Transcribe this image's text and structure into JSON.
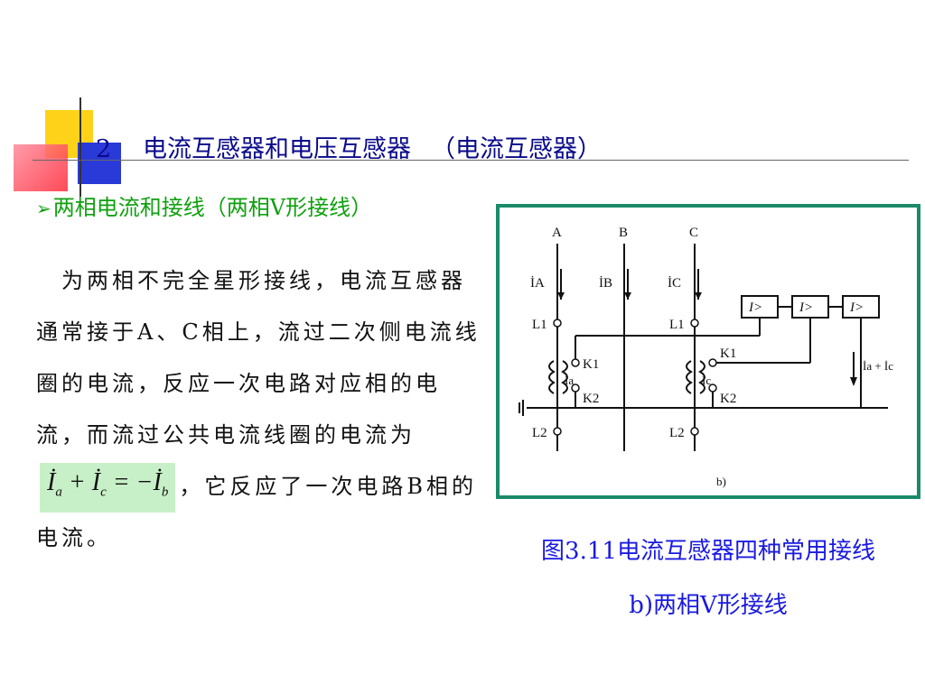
{
  "title": {
    "number": "2",
    "main": "电流互感器和电压互感器",
    "paren": "（电流互感器）"
  },
  "subheading": {
    "bullet": "➢",
    "text": "两相电流和接线（两相V形接线）"
  },
  "body": {
    "line1": "为两相不完全星形接线，电流互感器通常接于A、C相上，流过二次侧电流线圈的电流，反应一次电路对应相的电流，而流过公共电流线圈的电流为",
    "formula_left": "İ",
    "formula_a": "a",
    "formula_plus": " + ",
    "formula_c": "c",
    "formula_eq": " = −",
    "formula_b": "b",
    "line2": "，它反应了一次电路B相的电流。"
  },
  "figure": {
    "phases": [
      "A",
      "B",
      "C"
    ],
    "current_labels": [
      "İA",
      "İB",
      "İC"
    ],
    "terminals": [
      "L1",
      "L2",
      "K1",
      "K2"
    ],
    "secondary_labels": [
      "İa",
      "İc"
    ],
    "relay_label": "I>",
    "sum_label": "İa + İc",
    "subfig": "b)"
  },
  "caption": {
    "line1": "图3.11电流互感器四种常用接线",
    "line2": "b)两相V形接线"
  },
  "colors": {
    "title": "#0a0a8a",
    "subheading": "#10a010",
    "caption": "#1a1ae0",
    "figure_border": "#1a8a6a",
    "formula_bg": "#c8f0c8"
  }
}
